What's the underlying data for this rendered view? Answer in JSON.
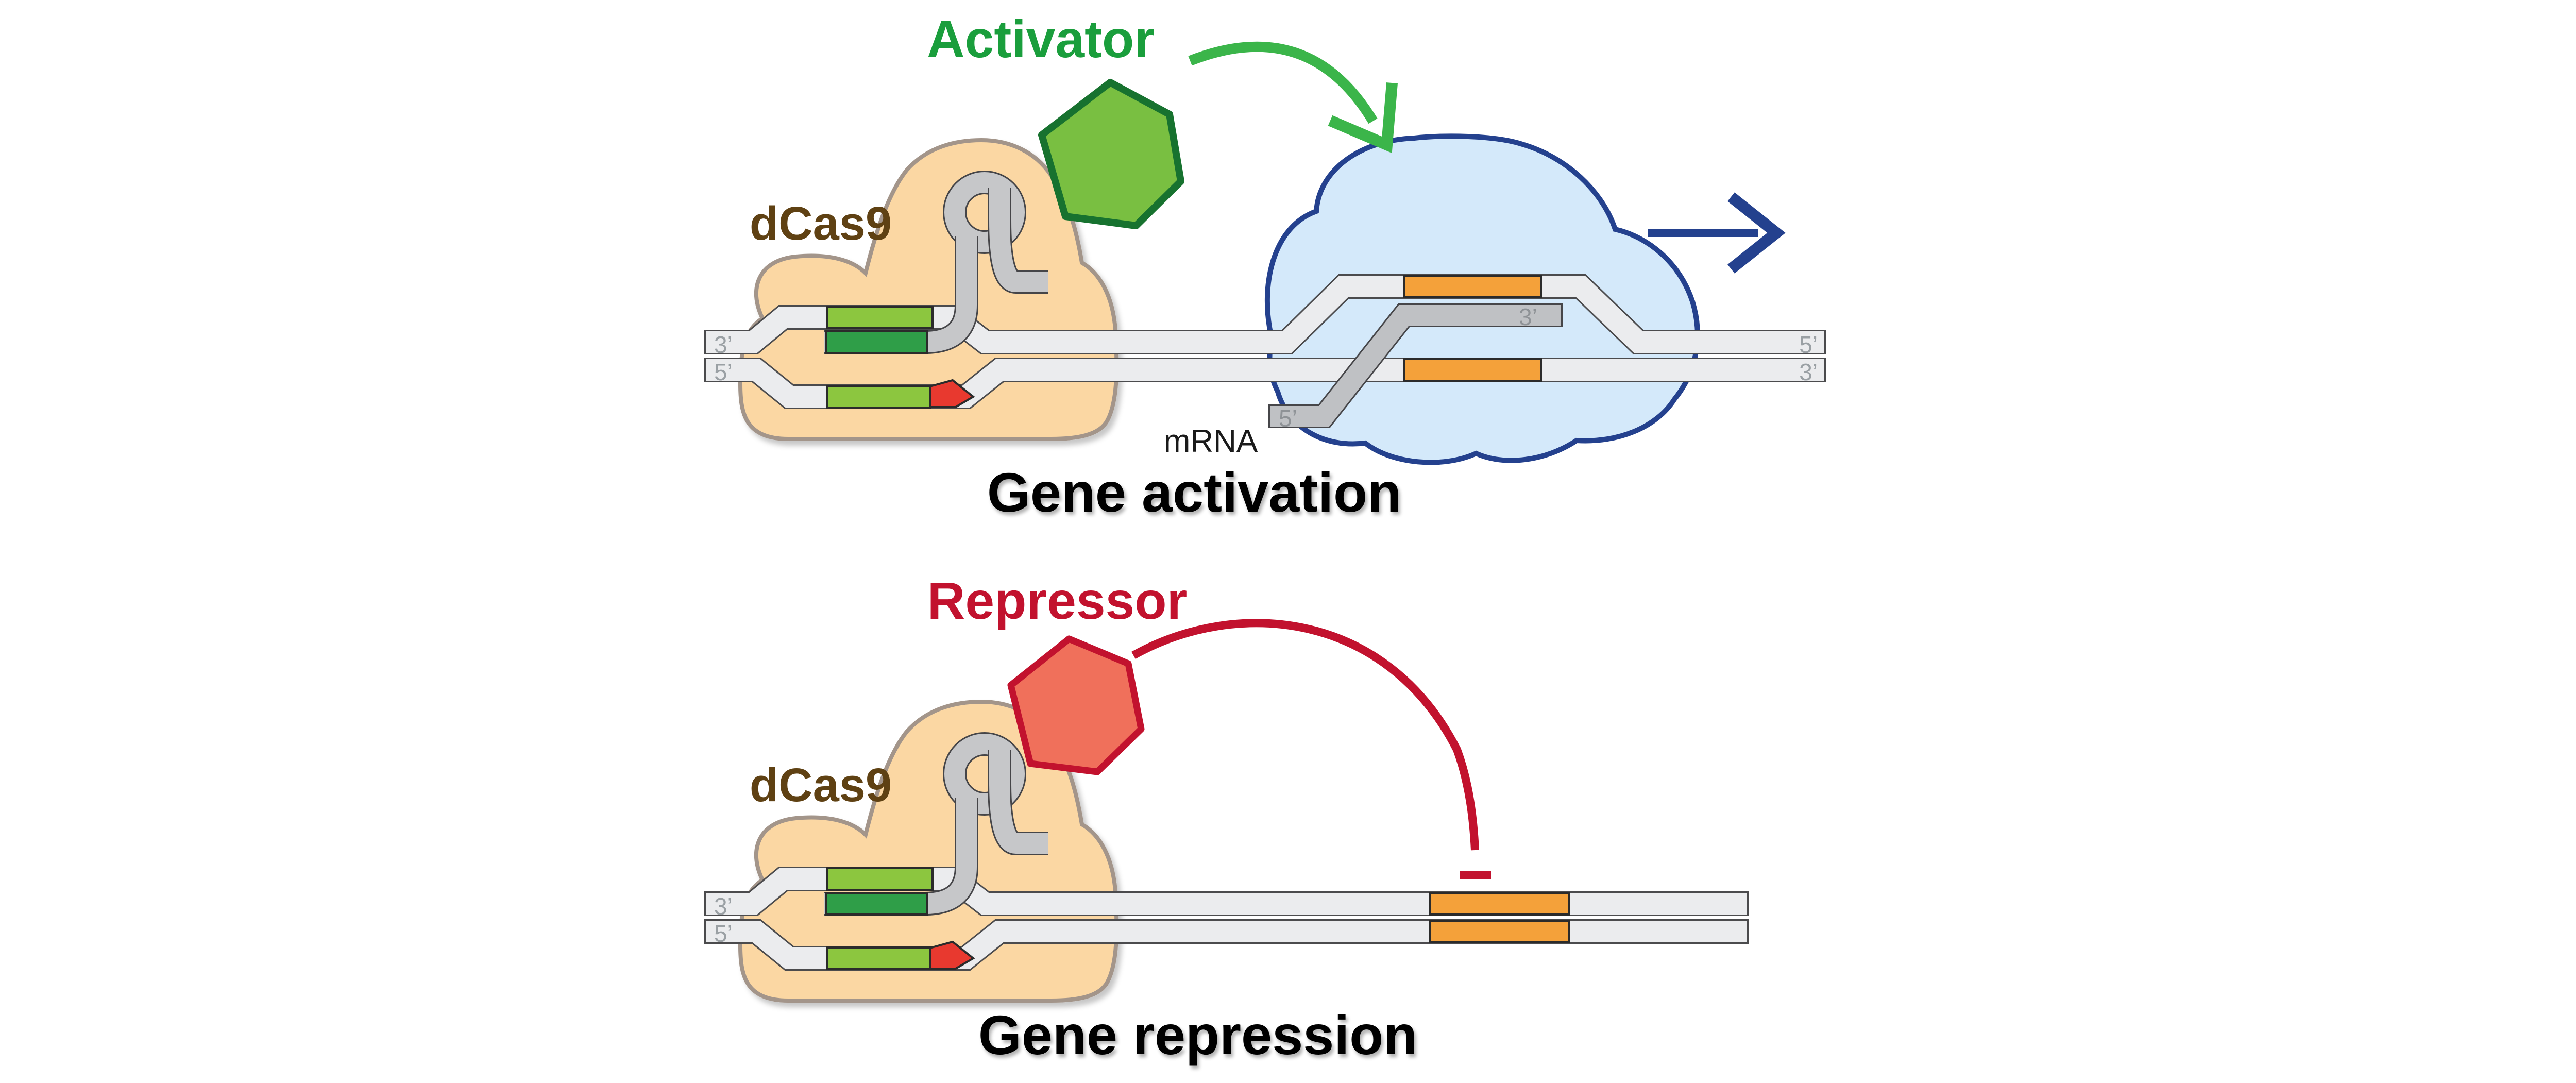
{
  "activation": {
    "label": "Activator",
    "title": "Gene activation",
    "dcas9": "dCas9",
    "mrna": "mRNA",
    "dna_ends": {
      "left_top": "3’",
      "left_bottom": "5’",
      "right_top": "5’",
      "right_bottom": "3’"
    },
    "mrna_ends": {
      "five": "5’",
      "three": "3’"
    }
  },
  "repression": {
    "label": "Repressor",
    "title": "Gene repression",
    "dcas9": "dCas9",
    "dna_ends": {
      "left_top": "3’",
      "left_bottom": "5’"
    }
  },
  "colors": {
    "activator_text_green": "#1a9e3c",
    "activator_hex_fill": "#79bf41",
    "activator_hex_stroke": "#17722f",
    "activation_arrow_green": "#3bb54a",
    "repressor_text_red": "#c2122e",
    "repressor_hex_fill": "#f0705b",
    "repressor_hex_stroke": "#c2122e",
    "repression_arrow_red": "#c2122e",
    "dcas9_fill": "#fbd7a3",
    "dcas9_outline": "#a3958a",
    "dcas9_text_brown": "#5f4113",
    "dna_gray": "#ebecee",
    "dna_outline": "#4b4b4d",
    "sgrna_gray": "#c6c7c9",
    "mrna_gray": "#bfc1c4",
    "guide_green": "#8cc63f",
    "target_green": "#2f9e48",
    "pam_red": "#e8392f",
    "gene_orange": "#f4a13a",
    "rna_pol_fill": "#d4e9fa",
    "rna_pol_outline": "#24418e",
    "transcription_arrow_blue": "#24418e",
    "end_label_gray": "#9aa0a4",
    "title_black": "#000000"
  }
}
